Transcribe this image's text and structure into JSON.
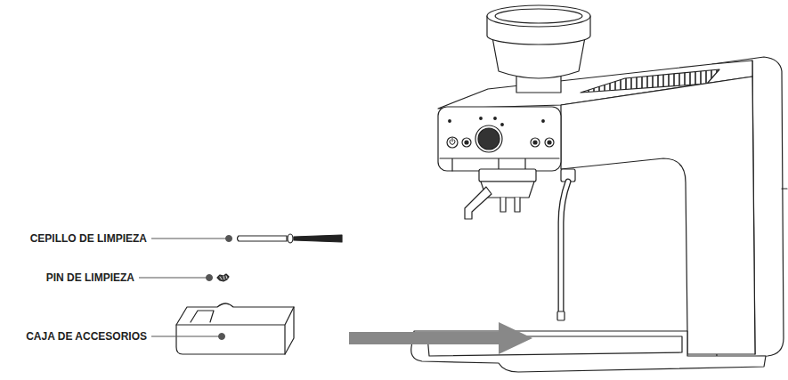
{
  "diagram": {
    "labels": [
      "CEPILLO DE LIMPIEZA",
      "PIN DE LIMPIEZA",
      "CAJA DE ACCESORIOS"
    ]
  }
}
